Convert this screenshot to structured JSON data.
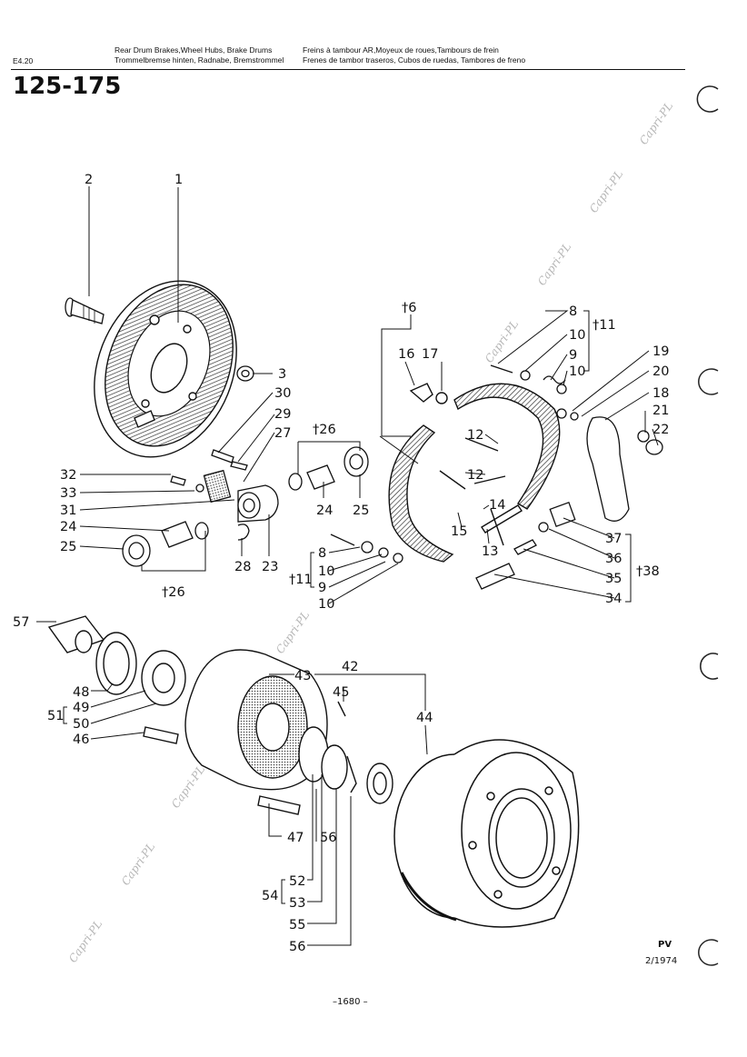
{
  "header": {
    "code": "E4.20",
    "title_en": "Rear Drum Brakes,Wheel Hubs, Brake Drums",
    "title_de": "Trommelbremse hinten, Radnabe, Bremstrommel",
    "title_fr": "Freins à tambour AR,Moyeux de roues,Tambours de frein",
    "title_es": "Frenes de tambor traseros, Cubos de ruedas, Tambores de freno",
    "model_range": "125-175"
  },
  "callouts": [
    "1",
    "2",
    "3",
    "†6",
    "8",
    "10",
    "9",
    "10",
    "†11",
    "16",
    "17",
    "19",
    "20",
    "18",
    "21",
    "22",
    "12",
    "12",
    "14",
    "15",
    "13",
    "30",
    "29",
    "27",
    "†26",
    "32",
    "33",
    "31",
    "24",
    "25",
    "24",
    "25",
    "28",
    "23",
    "†26",
    "8",
    "10",
    "9",
    "10",
    "†11",
    "37",
    "36",
    "35",
    "34",
    "†38",
    "57",
    "43",
    "42",
    "45",
    "44",
    "48",
    "49",
    "51",
    "50",
    "46",
    "47",
    "56",
    "52",
    "54",
    "53",
    "55",
    "56"
  ],
  "watermark": "Capri-PL",
  "footer": {
    "revision_code": "PV",
    "date": "2/1974",
    "page": "–1680 –"
  }
}
